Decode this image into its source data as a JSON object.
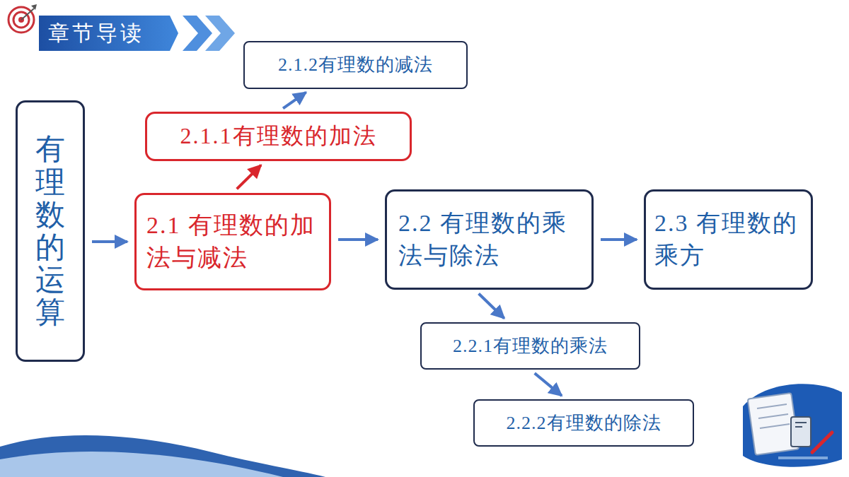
{
  "diagram": {
    "title": "章节导读",
    "nodes": [
      {
        "text": [
          "有理数的运算"
        ]
      },
      {
        "text": [
          "2.1 有理数的加法与减法"
        ]
      },
      {
        "text": [
          "2.1.1有理数的加法"
        ]
      },
      {
        "text": [
          "2.1.2有理数的减法"
        ]
      },
      {
        "text": [
          "2.2 有理数的乘法与除法"
        ]
      },
      {
        "text": [
          "2.3 有理数的乘方"
        ]
      },
      {
        "text": [
          "2.2.1有理数的乘法"
        ]
      },
      {
        "text": [
          "2.2.2有理数的除法"
        ]
      }
    ],
    "edges": [
      {
        "from": 0,
        "to": 1,
        "arrow": "to"
      },
      {
        "from": 1,
        "to": 2,
        "arrow": "to"
      },
      {
        "from": 2,
        "to": 3,
        "arrow": "to"
      },
      {
        "from": 1,
        "to": 4,
        "arrow": "to"
      },
      {
        "from": 4,
        "to": 5,
        "arrow": "to"
      },
      {
        "from": 4,
        "to": 6,
        "arrow": "to"
      },
      {
        "from": 6,
        "to": 7,
        "arrow": "to"
      }
    ]
  }
}
